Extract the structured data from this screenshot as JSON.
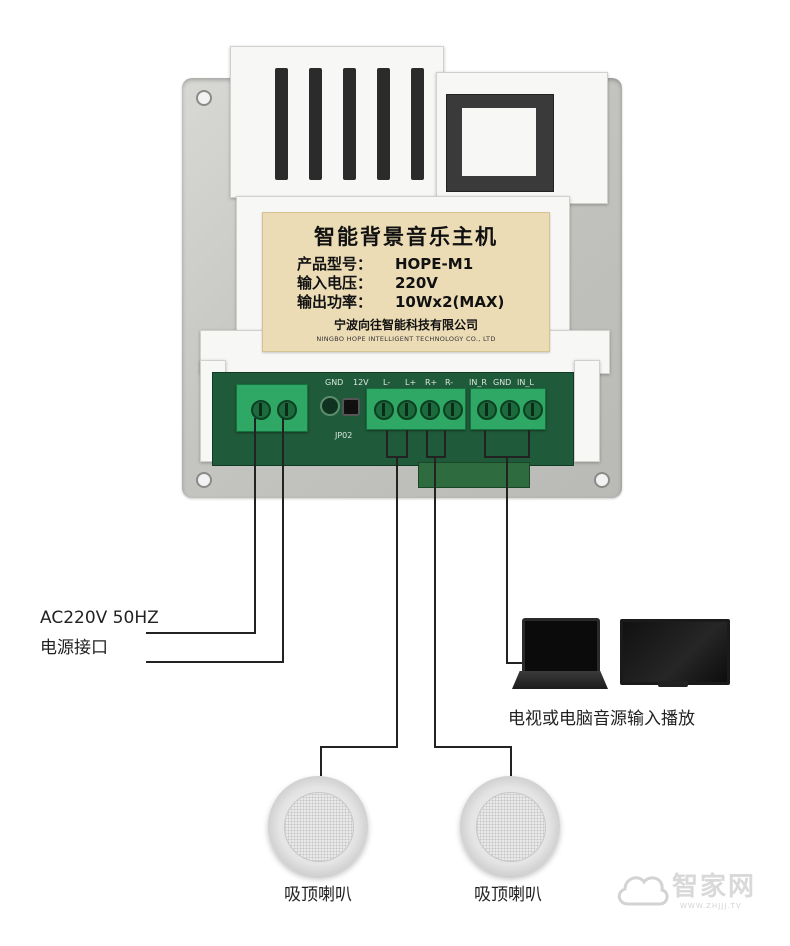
{
  "device": {
    "label_title": "智能背景音乐主机",
    "rows": [
      {
        "key": "产品型号：",
        "value": "HOPE-M1"
      },
      {
        "key": "输入电压：",
        "value": "220V"
      },
      {
        "key": "输出功率：",
        "value": "10Wx2(MAX)"
      }
    ],
    "company_cn": "宁波向往智能科技有限公司",
    "company_en": "NINGBO HOPE INTELLIGENT TECHNOLOGY CO., LTD",
    "pcb_labels": [
      "GND",
      "12V",
      "L-",
      "L+",
      "R+",
      "R-",
      "IN_R",
      "GND",
      "IN_L",
      "JP02"
    ]
  },
  "power": {
    "line1": "AC220V 50HZ",
    "line2": "电源接口"
  },
  "audio_source": {
    "caption": "电视或电脑音源输入播放"
  },
  "speakers": [
    {
      "caption": "吸顶喇叭"
    },
    {
      "caption": "吸顶喇叭"
    }
  ],
  "watermark": {
    "text": "智家网",
    "sub": "WWW.ZHJJJ.TV",
    "icon": "cloud-icon"
  },
  "colors": {
    "pcb": "#1f5b3a",
    "terminal": "#2fa765",
    "label": "#ecdcb6",
    "wire": "#222222"
  }
}
